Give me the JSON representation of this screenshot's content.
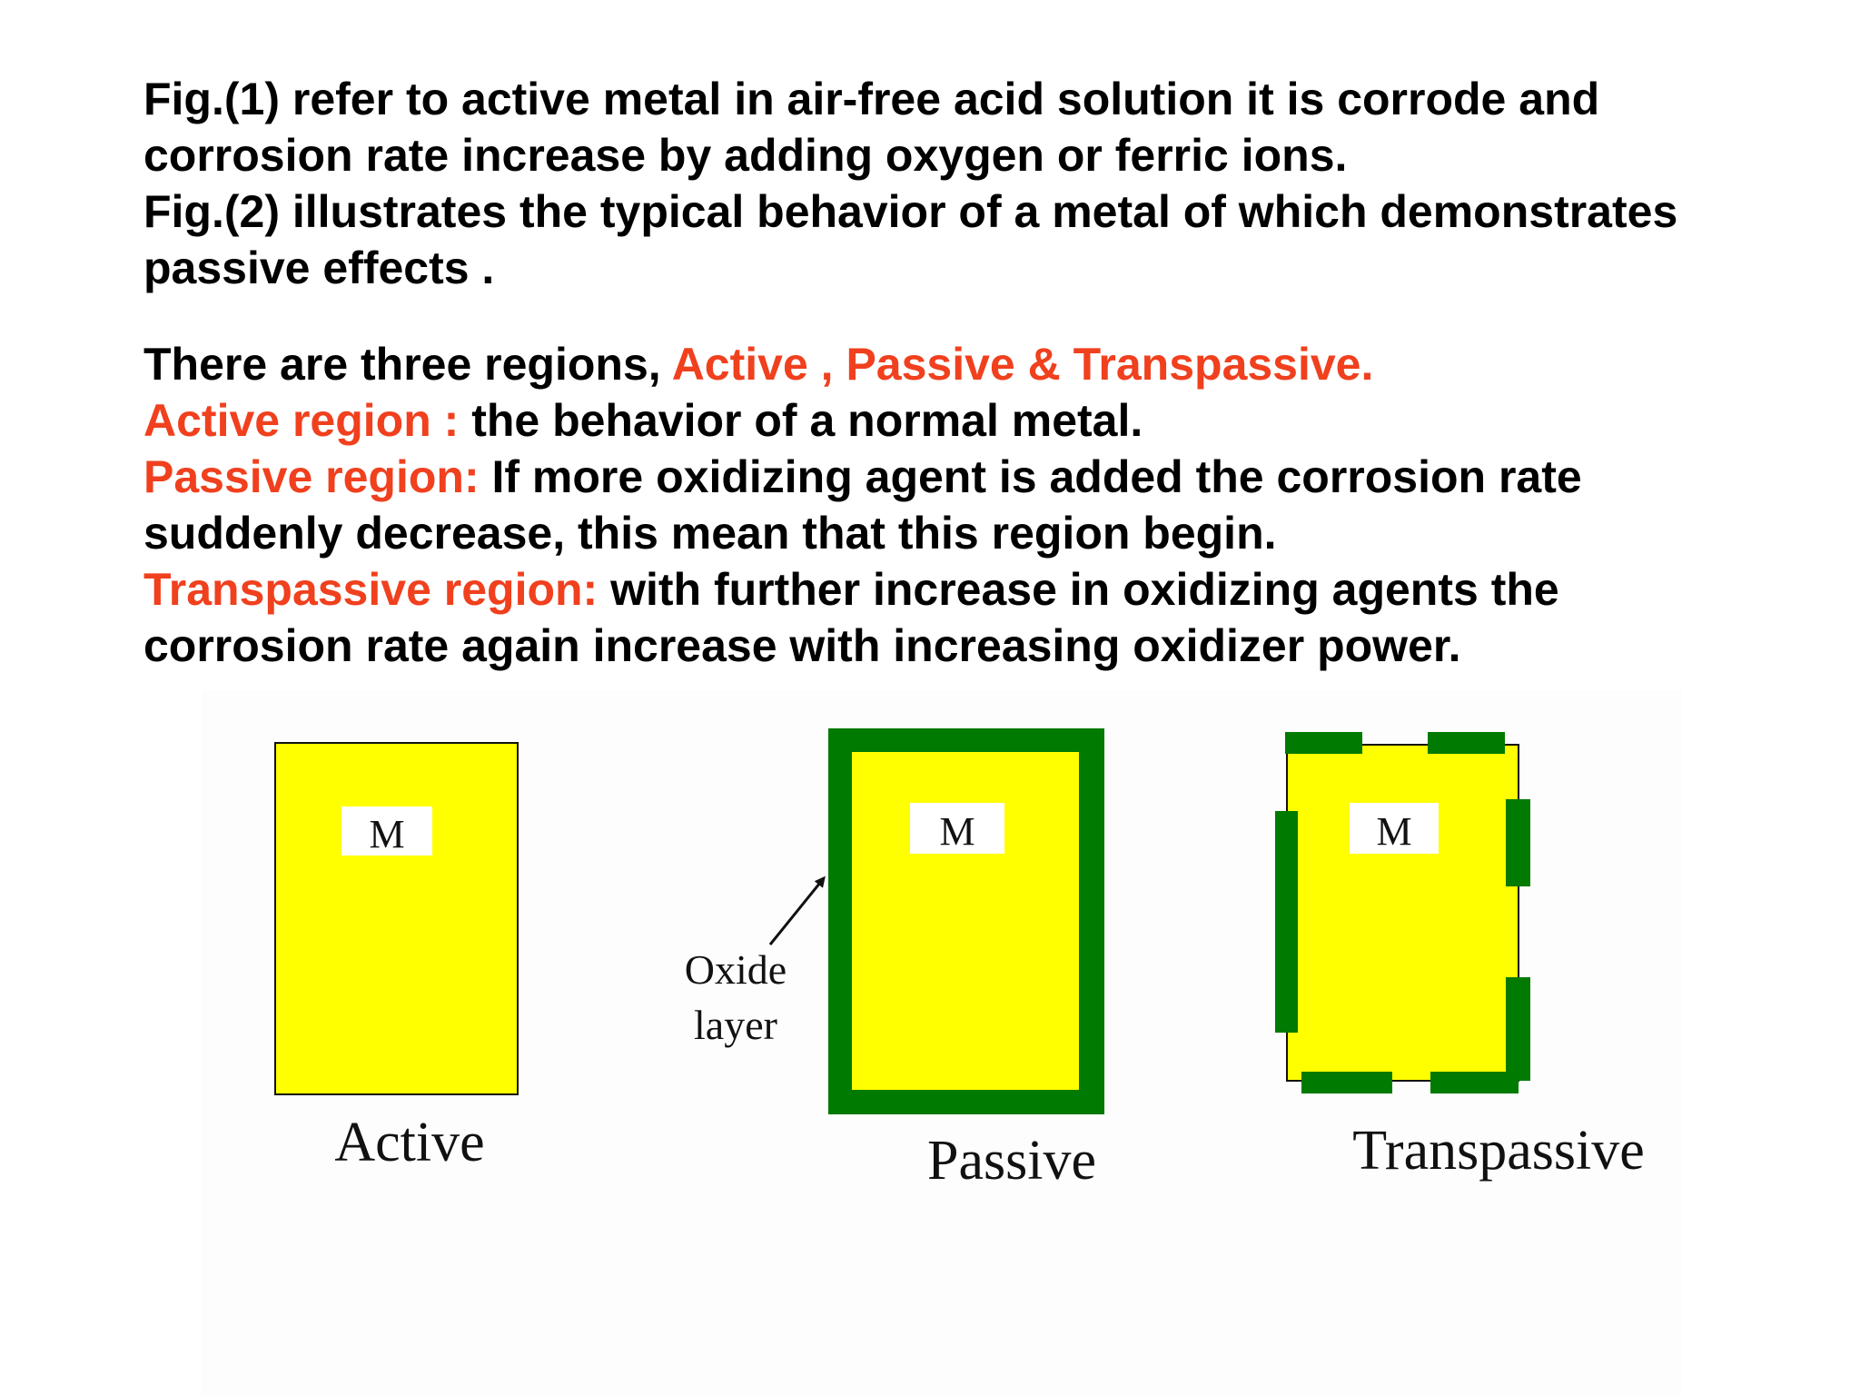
{
  "paragraph_1": {
    "lines": [
      "Fig.(1) refer to active metal in air-free acid solution it is corrode and",
      "corrosion rate increase by adding oxygen or ferric ions.",
      "Fig.(2) illustrates the typical behavior of a metal of  which demonstrates",
      "passive effects ."
    ]
  },
  "paragraph_2": {
    "intro": {
      "text": "There are three regions, ",
      "highlight": "Active , Passive & Transpassive."
    },
    "active": {
      "term": "Active region : ",
      "text": "the behavior of a normal metal."
    },
    "passive": {
      "term": "Passive region: ",
      "text_1": "If more oxidizing agent is added the corrosion rate",
      "text_2": "suddenly decrease, this mean that this region begin."
    },
    "transpassive": {
      "term": "Transpassive region: ",
      "text_1": "with further increase in oxidizing agents the",
      "text_2": "corrosion rate again increase with increasing oxidizer power."
    }
  },
  "diagram": {
    "metal_label": "M",
    "panels": [
      {
        "caption": "Active"
      },
      {
        "caption": "Passive"
      },
      {
        "caption": "Transpassive"
      }
    ],
    "annotation": {
      "line_1": "Oxide",
      "line_2": "layer"
    }
  },
  "colors": {
    "highlight": "#f0401e",
    "metal": "#ffff00",
    "oxide": "#007a00",
    "text": "#000000"
  }
}
